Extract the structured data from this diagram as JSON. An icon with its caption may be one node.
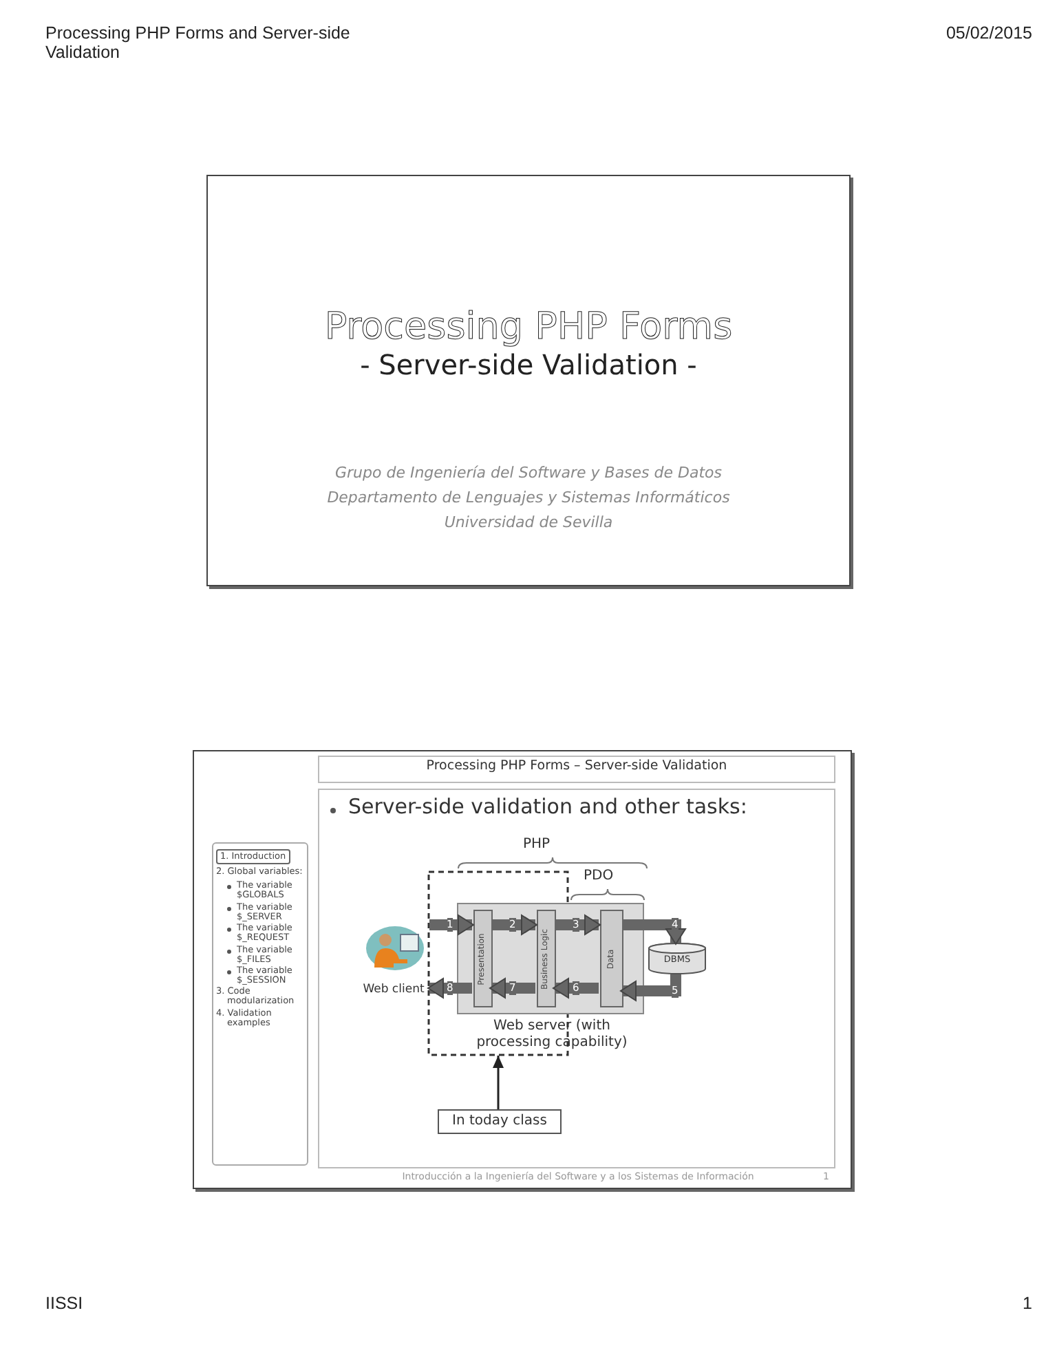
{
  "diagram": {
    "title": "Processing PHP Forms",
    "nodes": [
      {
        "text": [
          "Web server (with processing capability)"
        ]
      },
      {
        "text": [
          "Presentation"
        ],
        "in": 0
      },
      {
        "text": [
          "Business Logic"
        ],
        "in": 0
      },
      {
        "text": [
          "Data"
        ],
        "in": 0
      },
      {
        "text": [
          "DBMS"
        ]
      },
      {
        "text": [
          "Web client"
        ]
      },
      {
        "text": [
          "In today class"
        ]
      }
    ],
    "edges": [
      {
        "from": 5,
        "to": 1,
        "arrow": "to",
        "label": "1"
      },
      {
        "from": 1,
        "to": 2,
        "arrow": "to",
        "label": "2"
      },
      {
        "from": 2,
        "to": 3,
        "arrow": "to",
        "label": "3"
      },
      {
        "from": 3,
        "to": 4,
        "arrow": "to",
        "label": "4"
      },
      {
        "from": 4,
        "to": 3,
        "arrow": "to",
        "label": "5"
      },
      {
        "from": 3,
        "to": 2,
        "arrow": "to",
        "label": "6"
      },
      {
        "from": 2,
        "to": 1,
        "arrow": "to",
        "label": "7"
      },
      {
        "from": 1,
        "to": 5,
        "arrow": "to",
        "label": "8"
      },
      {
        "from": 6,
        "to": 0,
        "arrow": "to",
        "color": "#222222"
      }
    ],
    "labels": [
      "Processing PHP Forms and Server-side Validation",
      "05/02/2015",
      "- Server-side Validation -",
      "Grupo de Ingeniería del Software y Bases de Datos",
      "Departamento de Lenguajes y Sistemas Informáticos",
      "Universidad de Sevilla",
      "Processing PHP Forms – Server-side Validation",
      "Server-side validation and other tasks:",
      "1. Introduction",
      "2. Global variables:",
      "The variable $GLOBALS",
      "The variable $_SERVER",
      "The variable $_REQUEST",
      "The variable $_FILES",
      "The variable $_SESSION",
      "3. Code modularization",
      "4. Validation examples",
      "PHP",
      "PDO",
      "Introducción a la Ingeniería del Software y a los Sistemas de Información",
      "1",
      "IISSI",
      "1"
    ]
  }
}
